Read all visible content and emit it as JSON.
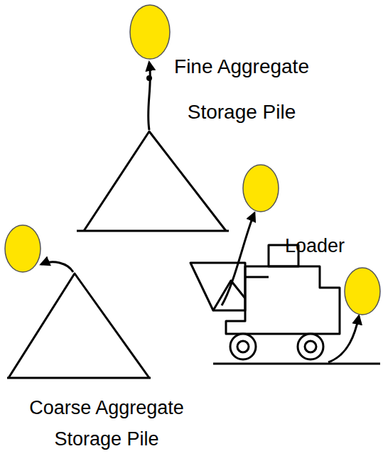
{
  "diagram": {
    "labels": [
      "Fine Aggregate Storage Pile",
      "Loader",
      "Coarse Aggregate Storage Pile"
    ]
  }
}
